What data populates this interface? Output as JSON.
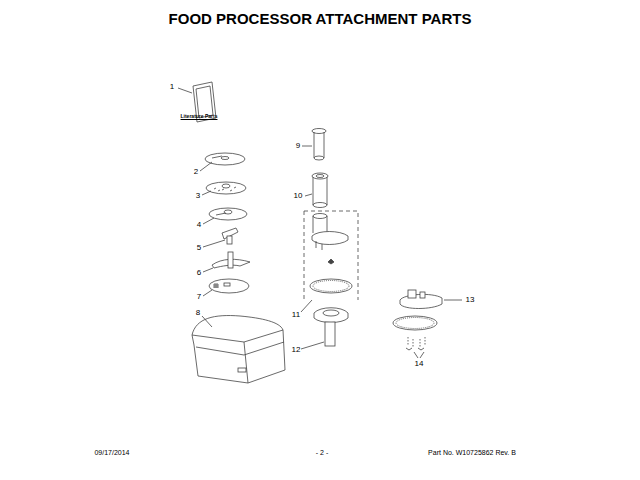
{
  "diagram": {
    "title": "FOOD PROCESSOR ATTACHMENT PARTS",
    "labels": [
      "1",
      "Literature Parts",
      "2",
      "3",
      "4",
      "5",
      "6",
      "7",
      "8",
      "9",
      "10",
      "11",
      "12",
      "13",
      "14",
      "09/17/2014",
      "- 2 -",
      "Part No. W10725862 Rev. B"
    ]
  }
}
